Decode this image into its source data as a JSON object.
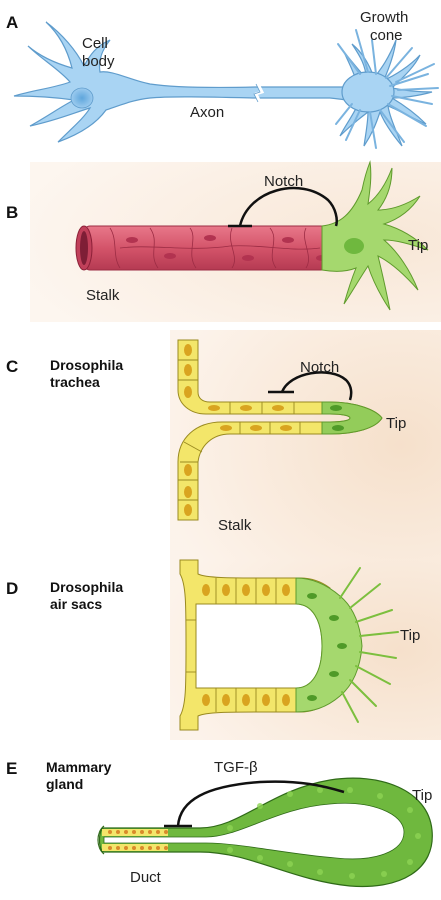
{
  "panels": {
    "a": {
      "letter": "A",
      "cell_body": [
        "Cell",
        "body"
      ],
      "axon": "Axon",
      "growth_cone": [
        "Growth",
        "cone"
      ]
    },
    "b": {
      "letter": "B",
      "notch": "Notch",
      "stalk": "Stalk",
      "tip": "Tip"
    },
    "c": {
      "letter": "C",
      "title": [
        "Drosophila",
        "trachea"
      ],
      "notch": "Notch",
      "tip": "Tip",
      "stalk": "Stalk"
    },
    "d": {
      "letter": "D",
      "title": [
        "Drosophila",
        "air sacs"
      ],
      "tip": "Tip"
    },
    "e": {
      "letter": "E",
      "title": [
        "Mammary",
        "gland"
      ],
      "signal": "TGF-β",
      "tip": "Tip",
      "duct": "Duct"
    }
  },
  "colors": {
    "neuron": "#8ec6ec",
    "vessel_red": "#d9566b",
    "tip_green": "#93cc5a",
    "epithelium_yellow": "#f3e66a",
    "background_peach": "#f6dfca"
  }
}
